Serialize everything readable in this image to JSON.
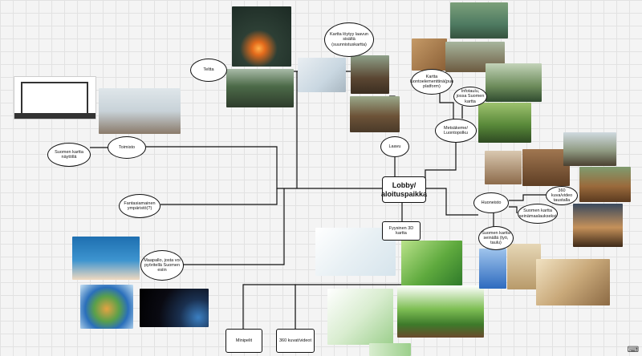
{
  "hub": {
    "label": "Lobby/ aloituspaikka"
  },
  "nodes": {
    "teltta": "Teltta",
    "kartta_laavu": "Kartta löytyy laavun sisältä (suunnistuskartta)",
    "laavu": "Laavu",
    "toimisto": "Toimisto",
    "suomen_kartta_naytolla": "Suomen kartta näytöllä",
    "fantasiamainen": "Fantasiamainen ympäristö(?)",
    "maapallo": "Maapallo, josta voi pyöritellä Suomen esiin",
    "kartta_luontoelementti": "Kartta luontoelementtinä(puu platform)",
    "infotaulu": "Infotaulu, jossa Suomen kartta",
    "metsakeme": "Metsäkeme/ Luontopolku",
    "huoneisto": "Huoneisto",
    "tour_360": "360 kuva/video taustalla",
    "suomen_kartta_seinalla": "Suomen kartta seinämaalaukseksi",
    "suomen_kartta_seinalla2": "Suomen kartta seinällä (työ, taulu)",
    "kartta_3d": "Fyysinen 3D kartta",
    "minipelit": "Minipelit",
    "kuvat_360": "360 kuvat/videot"
  },
  "icons": {
    "corner": "keyboard-shortcuts-icon"
  },
  "colors": {
    "line": "#111111",
    "grid": "#e2e2e2",
    "canvas": "#f4f4f4"
  }
}
